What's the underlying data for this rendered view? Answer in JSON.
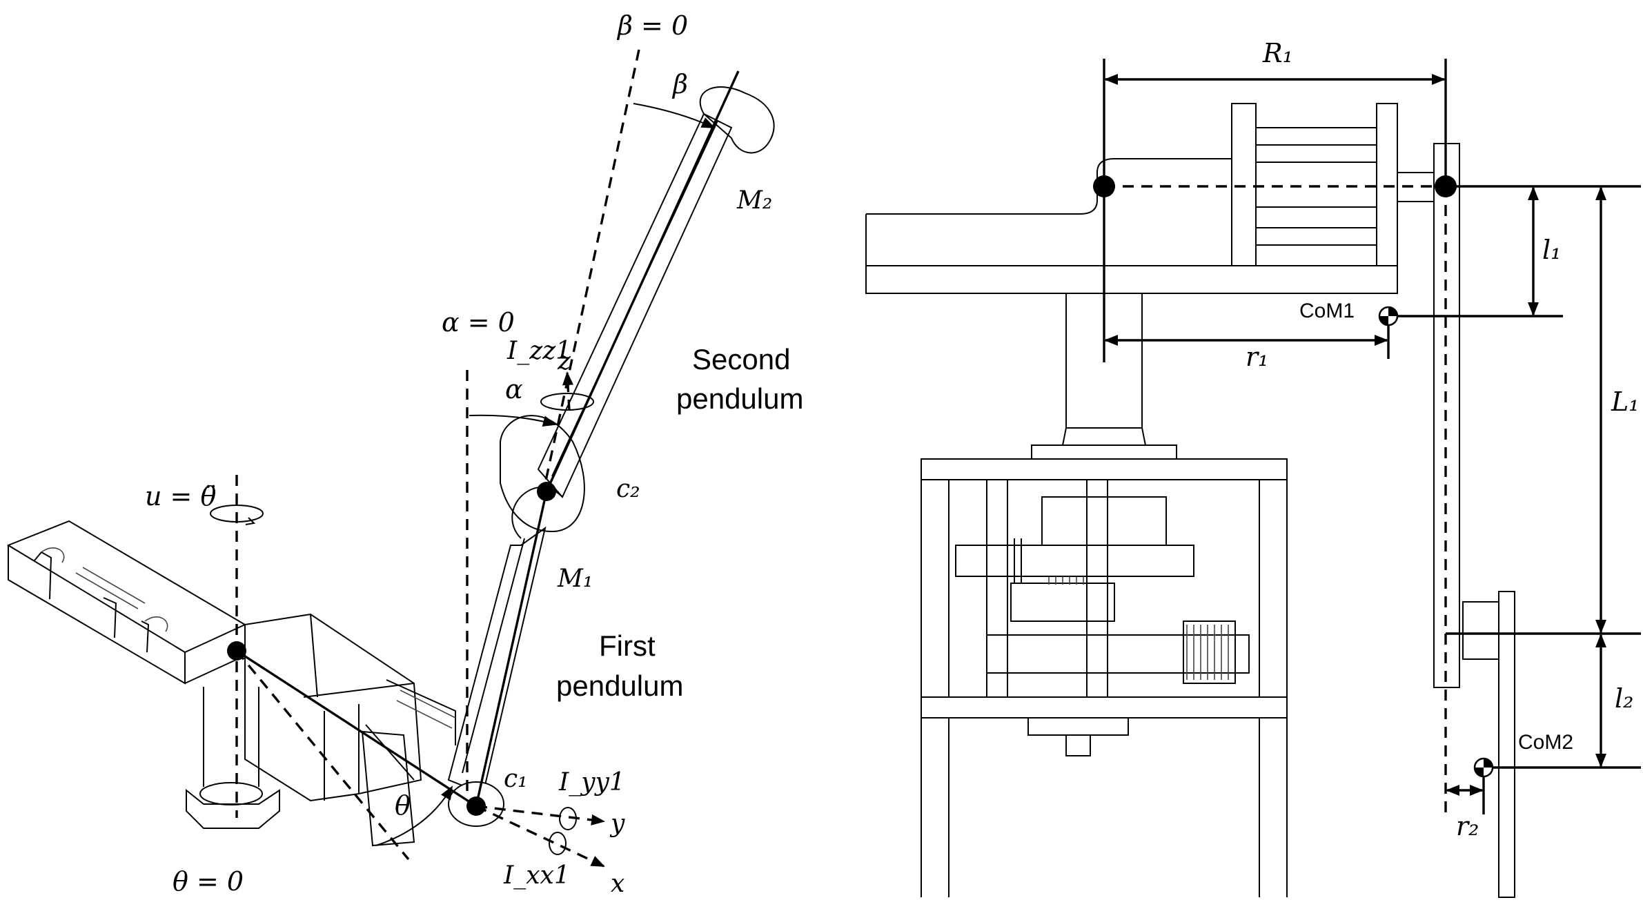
{
  "left_diagram": {
    "theta_zero": "θ = 0",
    "control_input": "u = θ̈",
    "alpha_zero": "α = 0",
    "beta_zero": "β = 0",
    "theta": "θ",
    "alpha": "α",
    "beta": "β",
    "c1": "c₁",
    "c2": "c₂",
    "M1": "M₁",
    "M2": "M₂",
    "Izz1": "I_zz1",
    "Iyy1": "I_yy1",
    "Ixx1": "I_xx1",
    "axis_x": "x",
    "axis_y": "y",
    "axis_z": "z",
    "first_pendulum_line1": "First",
    "first_pendulum_line2": "pendulum",
    "second_pendulum_line1": "Second",
    "second_pendulum_line2": "pendulum"
  },
  "right_diagram": {
    "R1": "R₁",
    "r1": "r₁",
    "l1": "l₁",
    "L1": "L₁",
    "l2": "l₂",
    "r2": "r₂",
    "com1": "CoM1",
    "com2": "CoM2"
  }
}
